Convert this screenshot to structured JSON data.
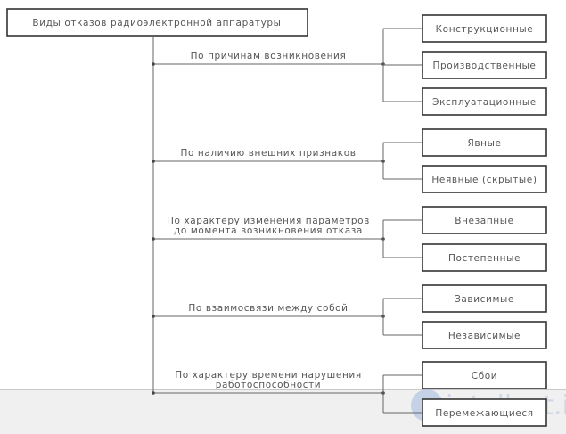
{
  "root": {
    "label": "Виды отказов радиоэлектронной аппаратуры"
  },
  "branches": [
    {
      "label": [
        "По причинам возникновения"
      ],
      "items": [
        "Конструкционные",
        "Производственные",
        "Эксплуатационные"
      ]
    },
    {
      "label": [
        "По наличию внешних признаков"
      ],
      "items": [
        "Явные",
        "Неявные (скрытые)"
      ]
    },
    {
      "label": [
        "По характеру изменения параметров",
        "до момента возникновения отказа"
      ],
      "items": [
        "Внезапные",
        "Постепенные"
      ]
    },
    {
      "label": [
        "По взаимосвязи между собой"
      ],
      "items": [
        "Зависимые",
        "Независимые"
      ]
    },
    {
      "label": [
        "По характеру времени нарушения",
        "работоспособности"
      ],
      "items": [
        "Сбои",
        "Перемежающиеся"
      ]
    }
  ],
  "watermark": {
    "text": "intellect.icu"
  },
  "colors": {
    "line": "#666666",
    "box_border": "#333333",
    "text": "#555555",
    "footer": "#f0f0f0"
  }
}
